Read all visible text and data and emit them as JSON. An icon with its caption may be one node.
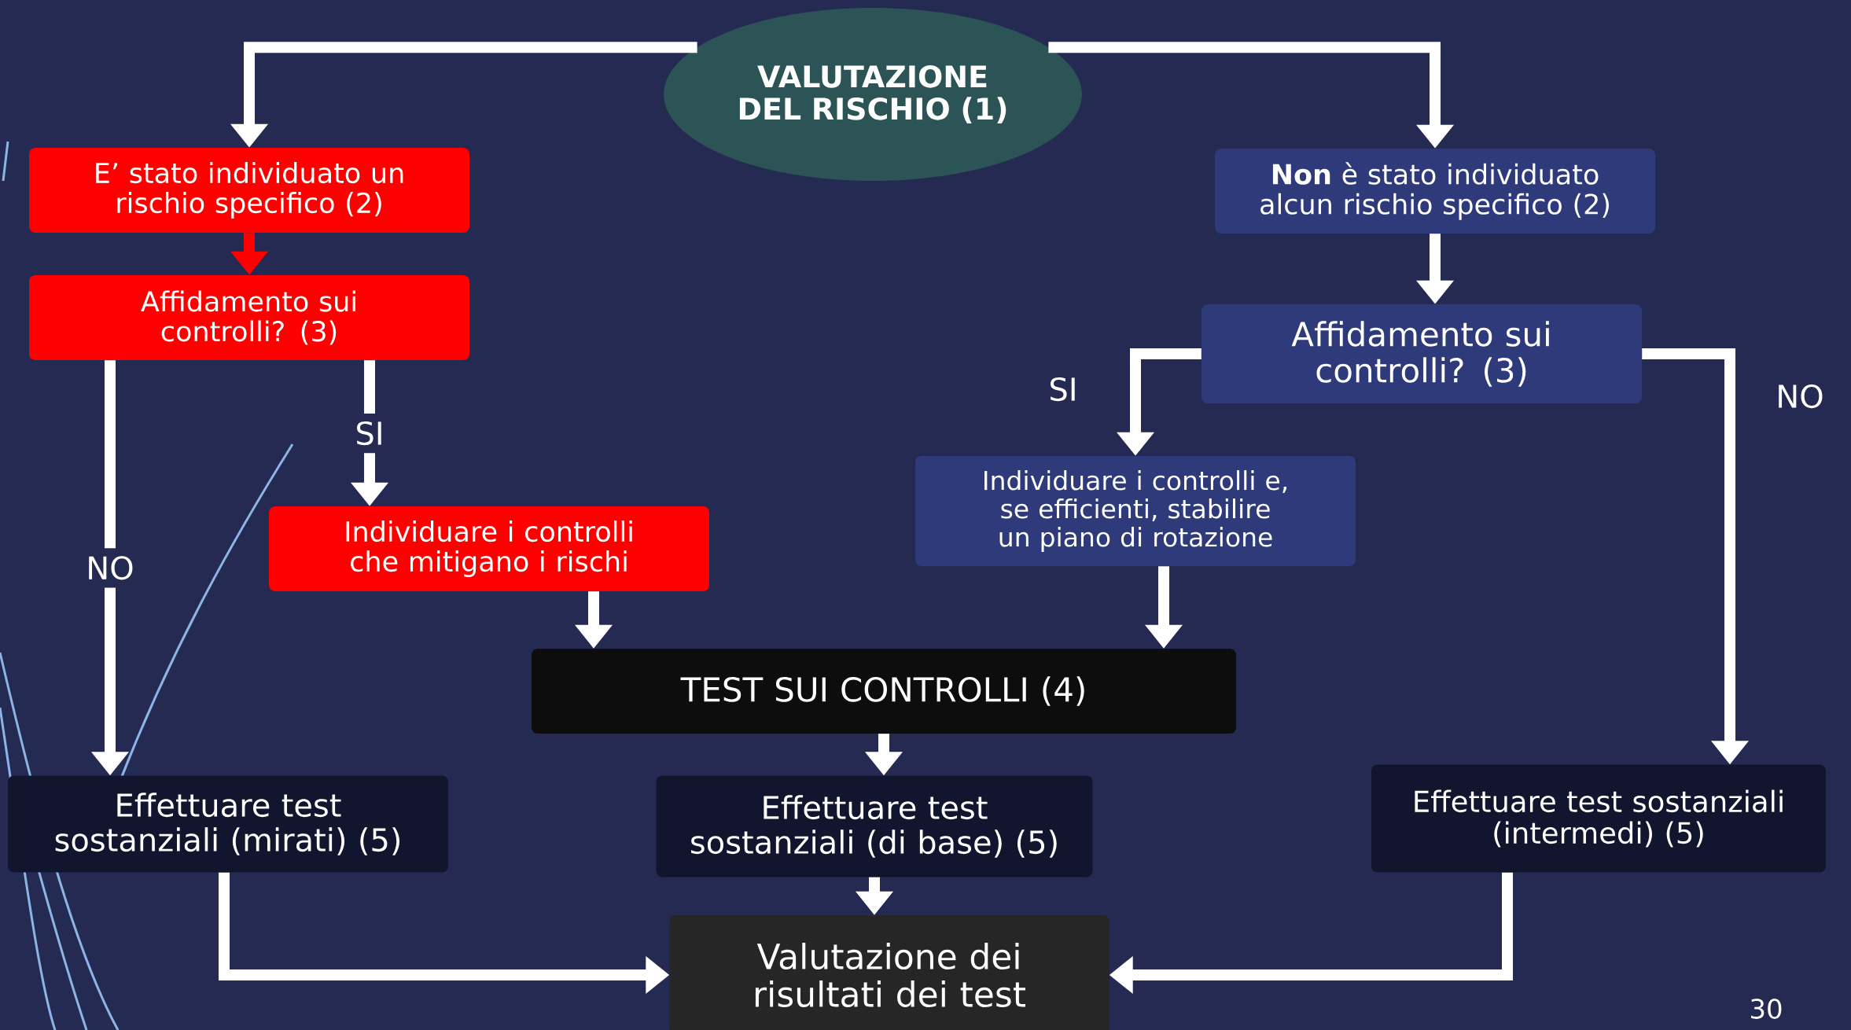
{
  "diagram": {
    "nodes": [
      {
        "text": [
          "VALUTAZIONE DEL RISCHIO (1)"
        ]
      },
      {
        "text": [
          "E’ stato individuato un rischio specifico (2)"
        ]
      },
      {
        "text": [
          "Affidamento sui controlli? (3)"
        ]
      },
      {
        "text": [
          "Individuare i controlli che mitigano i rischi"
        ]
      },
      {
        "text": [
          "**Non** è stato individuato alcun rischio specifico (2)"
        ]
      },
      {
        "text": [
          "Affidamento sui controlli? (3)"
        ]
      },
      {
        "text": [
          "Individuare i controlli e, se efficienti, stabilire un piano di rotazione"
        ]
      },
      {
        "text": [
          "TEST SUI CONTROLLI (4)"
        ]
      },
      {
        "text": [
          "Effettuare test sostanziali (mirati) (5)"
        ]
      },
      {
        "text": [
          "Effettuare test sostanziali (di base) (5)"
        ]
      },
      {
        "text": [
          "Effettuare test sostanziali (intermedi) (5)"
        ]
      },
      {
        "text": [
          "Valutazione dei risultati dei test"
        ]
      }
    ],
    "edges": [
      {
        "from": 0,
        "to": 1,
        "arrow": "to"
      },
      {
        "from": 0,
        "to": 4,
        "arrow": "to"
      },
      {
        "from": 1,
        "to": 2,
        "arrow": "to",
        "color": "#ff0000"
      },
      {
        "from": 2,
        "to": 8,
        "arrow": "to",
        "label": "NO"
      },
      {
        "from": 2,
        "to": 3,
        "arrow": "to",
        "label": "SI"
      },
      {
        "from": 4,
        "to": 5,
        "arrow": "to"
      },
      {
        "from": 5,
        "to": 6,
        "arrow": "to",
        "label": "SI"
      },
      {
        "from": 5,
        "to": 10,
        "arrow": "to",
        "label": "NO"
      },
      {
        "from": 3,
        "to": 7,
        "arrow": "to"
      },
      {
        "from": 6,
        "to": 7,
        "arrow": "to"
      },
      {
        "from": 7,
        "to": 9,
        "arrow": "to"
      },
      {
        "from": 9,
        "to": 11,
        "arrow": "to"
      },
      {
        "from": 8,
        "to": 11,
        "arrow": "to"
      },
      {
        "from": 10,
        "to": 11,
        "arrow": "to"
      }
    ],
    "labels": [
      "30"
    ]
  }
}
